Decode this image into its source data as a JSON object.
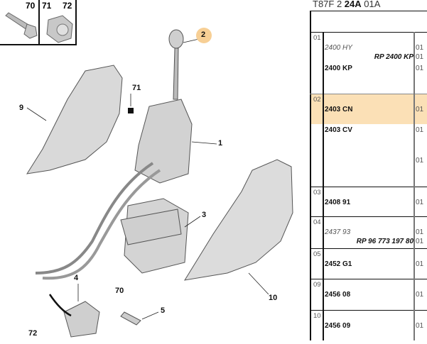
{
  "legend": {
    "items": [
      "70",
      "71",
      "72"
    ]
  },
  "callouts": [
    {
      "id": "2",
      "highlighted": true
    },
    {
      "id": "71"
    },
    {
      "id": "9"
    },
    {
      "id": "1"
    },
    {
      "id": "3"
    },
    {
      "id": "10"
    },
    {
      "id": "4"
    },
    {
      "id": "70"
    },
    {
      "id": "5"
    },
    {
      "id": "72"
    }
  ],
  "colors": {
    "highlight": "#fbe0b6",
    "callout_highlight": "#f7cf95",
    "part_fill": "#d9d9d9"
  },
  "table": {
    "title_prefix": "T87F 2 ",
    "title_bold": "24A",
    "title_suffix": " 01A",
    "rows": [
      {
        "num": "01",
        "lines": [
          {
            "ref": "2400 HY",
            "style": "italic",
            "qty": "01"
          },
          {
            "rp": "RP 2400 KP",
            "qty": "01"
          },
          {
            "ref": "2400 KP",
            "qty": "01"
          }
        ]
      },
      {
        "num": "02",
        "highlighted": true,
        "lines": [
          {
            "ref": "2403 CN",
            "qty": "01"
          },
          {
            "ref": "2403 CV",
            "qty": "01"
          },
          {
            "qty": "01"
          }
        ]
      },
      {
        "num": "03",
        "lines": [
          {
            "ref": "2408 91",
            "qty": "01"
          }
        ]
      },
      {
        "num": "04",
        "lines": [
          {
            "ref": "2437 93",
            "style": "italic",
            "qty": "01"
          },
          {
            "rp": "RP 96 773 197 80",
            "qty": "01"
          }
        ]
      },
      {
        "num": "05",
        "lines": [
          {
            "ref": "2452 G1",
            "qty": "01"
          }
        ]
      },
      {
        "num": "09",
        "lines": [
          {
            "ref": "2456 08",
            "qty": "01"
          }
        ]
      },
      {
        "num": "10",
        "lines": [
          {
            "ref": "2456 09",
            "qty": "01"
          }
        ]
      }
    ]
  }
}
